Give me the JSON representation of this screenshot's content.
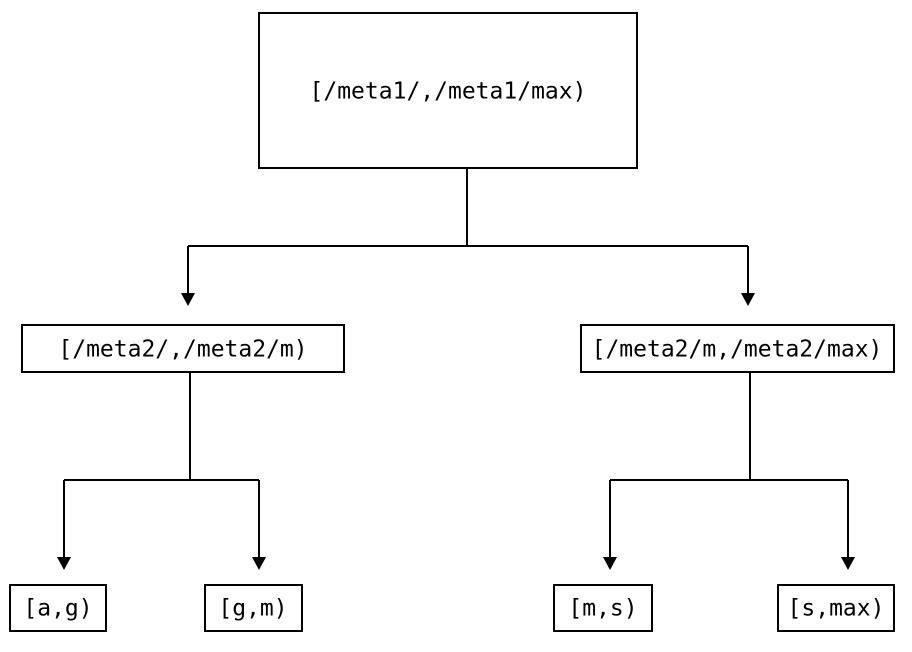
{
  "diagram": {
    "type": "tree",
    "title": "",
    "background_color": "#ffffff",
    "line_color": "#000000",
    "text_color": "#000000",
    "nodes": {
      "root": {
        "label": "[/meta1/,/meta1/max)",
        "level": 0
      },
      "mid_left": {
        "label": "[/meta2/,/meta2/m)",
        "level": 1
      },
      "mid_right": {
        "label": "[/meta2/m,/meta2/max)",
        "level": 1
      },
      "leaf_1": {
        "label": "[a,g)",
        "level": 2
      },
      "leaf_2": {
        "label": "[g,m)",
        "level": 2
      },
      "leaf_3": {
        "label": "[m,s)",
        "level": 2
      },
      "leaf_4": {
        "label": "[s,max)",
        "level": 2
      }
    },
    "edges": [
      {
        "from": "root",
        "to": "mid_left"
      },
      {
        "from": "root",
        "to": "mid_right"
      },
      {
        "from": "mid_left",
        "to": "leaf_1"
      },
      {
        "from": "mid_left",
        "to": "leaf_2"
      },
      {
        "from": "mid_right",
        "to": "leaf_3"
      },
      {
        "from": "mid_right",
        "to": "leaf_4"
      }
    ]
  }
}
